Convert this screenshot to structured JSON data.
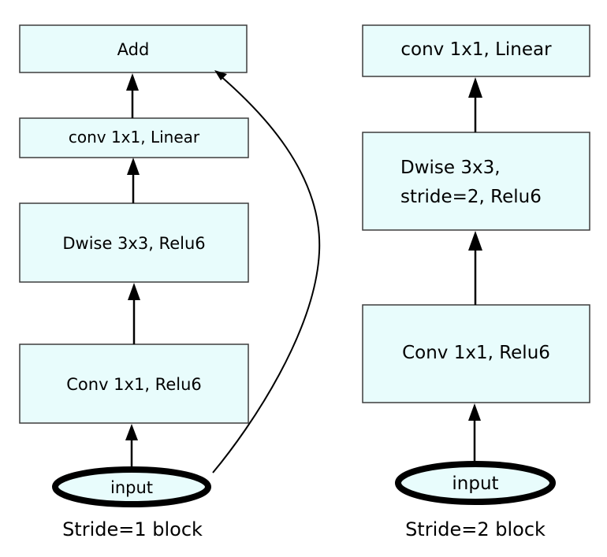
{
  "left_block": {
    "add": "Add",
    "conv_linear": "conv 1x1, Linear",
    "dwise": "Dwise 3x3, Relu6",
    "conv_relu": "Conv 1x1, Relu6",
    "input": "input",
    "caption": "Stride=1 block"
  },
  "right_block": {
    "conv_linear": "conv 1x1, Linear",
    "dwise_line1": "Dwise 3x3,",
    "dwise_line2": "stride=2, Relu6",
    "conv_relu": "Conv 1x1, Relu6",
    "input": "input",
    "caption": "Stride=2 block"
  },
  "colors": {
    "box_fill": "#e8fcfc",
    "stroke": "#000000"
  }
}
